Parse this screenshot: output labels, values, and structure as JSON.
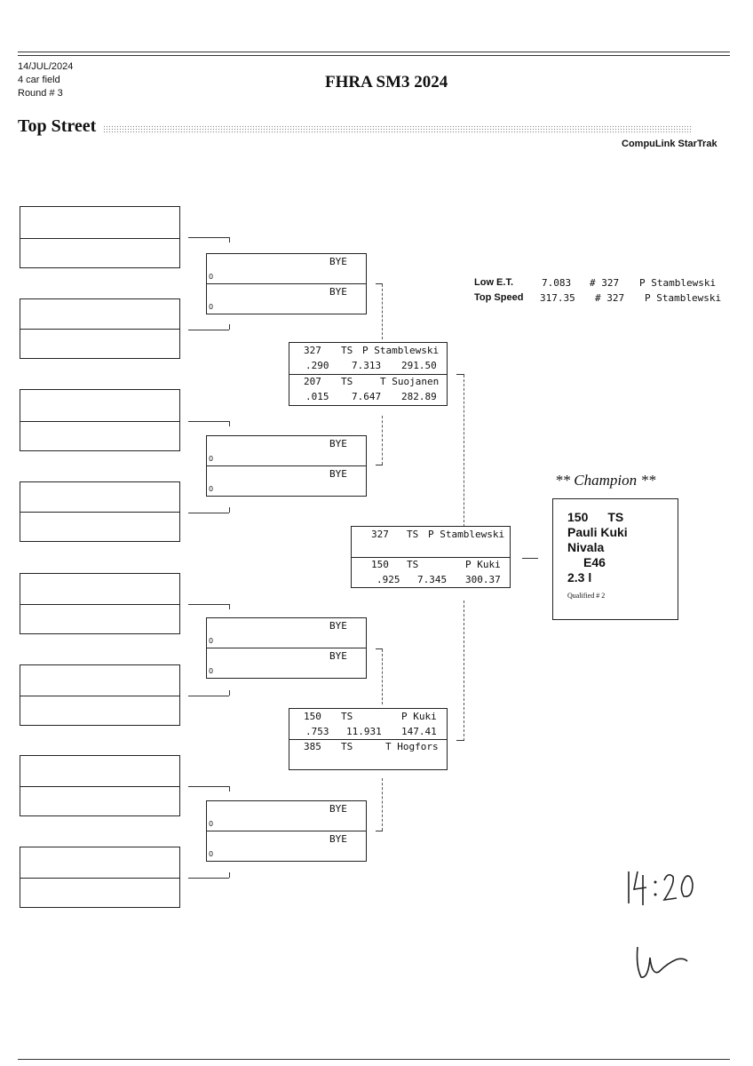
{
  "header": {
    "date": "14/JUL/2024",
    "field": "4 car field",
    "round": "Round # 3",
    "event_title": "FHRA SM3 2024",
    "class_name": "Top Street",
    "brand": "CompuLink StarTrak"
  },
  "stats": {
    "low_et_label": "Low  E.T.",
    "low_et_value": "7.083",
    "low_et_car": "# 327",
    "low_et_driver": "P Stamblewski",
    "top_speed_label": "Top Speed",
    "top_speed_value": "317.35",
    "top_speed_car": "# 327",
    "top_speed_driver": "P Stamblewski"
  },
  "round1": {
    "bye": "BYE",
    "zero": "0"
  },
  "semi1": {
    "a_num": "327",
    "a_cls": "TS",
    "a_name": "P Stamblewski",
    "a_rt": ".290",
    "a_et": "7.313",
    "a_mph": "291.50",
    "b_num": "207",
    "b_cls": "TS",
    "b_name": "T Suojanen",
    "b_rt": ".015",
    "b_et": "7.647",
    "b_mph": "282.89"
  },
  "semi2": {
    "a_num": "150",
    "a_cls": "TS",
    "a_name": "P Kuki",
    "a_rt": ".753",
    "a_et": "11.931",
    "a_mph": "147.41",
    "b_num": "385",
    "b_cls": "TS",
    "b_name": "T Hogfors"
  },
  "final": {
    "a_num": "327",
    "a_cls": "TS",
    "a_name": "P Stamblewski",
    "b_num": "150",
    "b_cls": "TS",
    "b_name": "P Kuki",
    "b_rt": ".925",
    "b_et": "7.345",
    "b_mph": "300.37"
  },
  "champion": {
    "title": "** Champion **",
    "car_num": "150",
    "car_cls": "TS",
    "driver": "Pauli Kuki",
    "town": "Nivala",
    "car": "E46",
    "engine": "2.3 l",
    "qualified": "Qualified # 2"
  },
  "handwriting": {
    "time": "14:20",
    "initials": "W"
  }
}
